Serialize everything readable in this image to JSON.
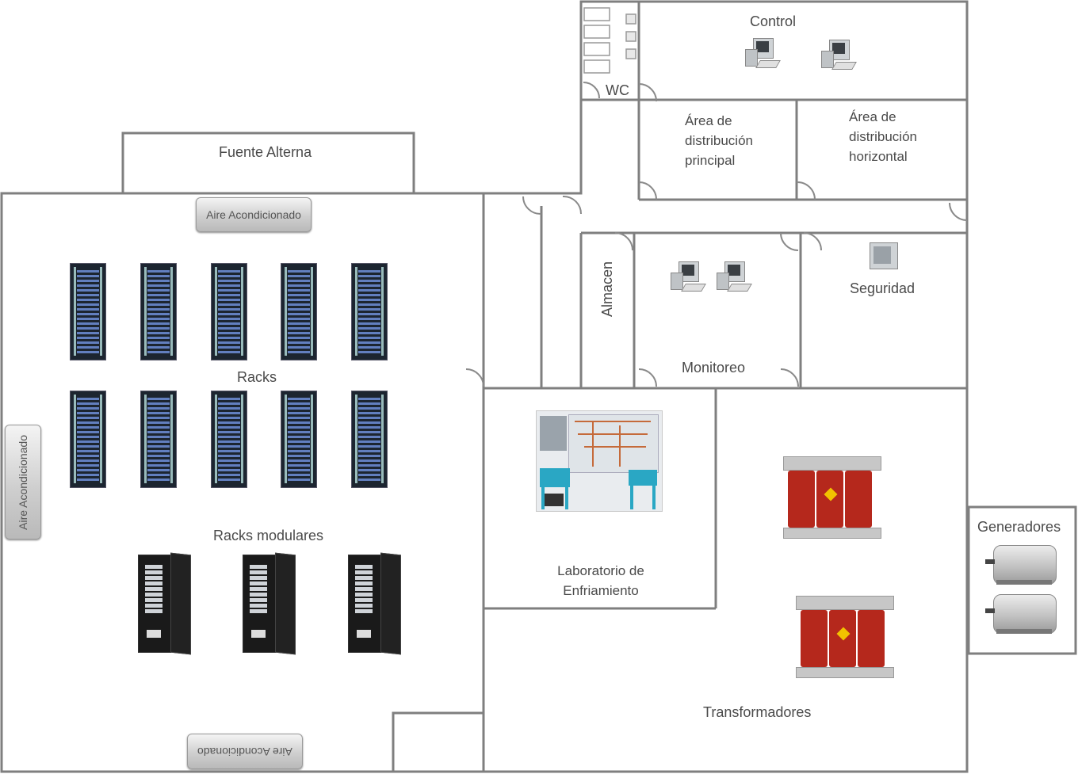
{
  "rooms": {
    "fuente_alterna": "Fuente Alterna",
    "control": "Control",
    "wc": "WC",
    "area_principal": "Área de distribución principal",
    "area_horizontal": "Área de distribución horizontal",
    "almacen": "Almacen",
    "monitoreo": "Monitoreo",
    "seguridad": "Seguridad",
    "lab_enfriamiento": "Laboratorio de Enfriamiento",
    "transformadores": "Transformadores",
    "generadores": "Generadores"
  },
  "equipment": {
    "racks": "Racks",
    "racks_modulares": "Racks modulares",
    "aire_top": "Aire Acondicionado",
    "aire_left": "Aire Acondicionado",
    "aire_bottom": "Aire Acondicionado"
  },
  "colors": {
    "wall": "#7f7f7f",
    "rack_dark": "#1c2530",
    "rack_blue": "#6f8fd8",
    "transformer_red": "#b5281c",
    "lab_teal": "#2aa7c4"
  }
}
